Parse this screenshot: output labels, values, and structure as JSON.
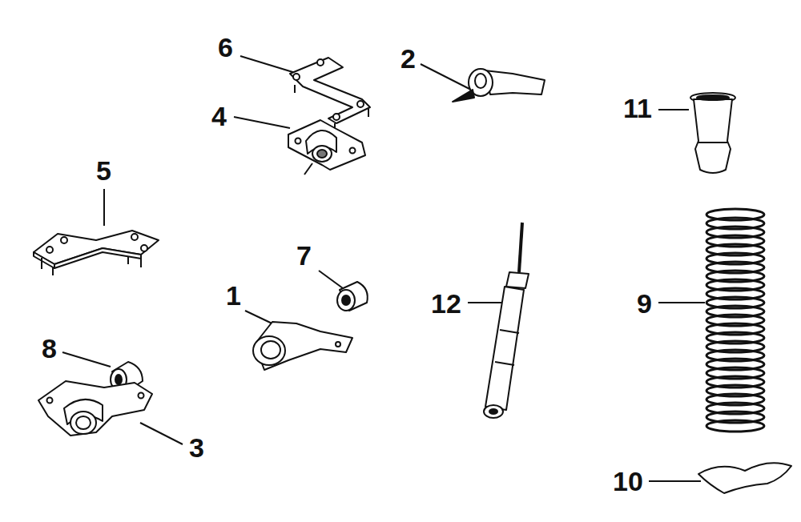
{
  "diagram": {
    "labels": [
      "6",
      "2",
      "4",
      "11",
      "5",
      "7",
      "1",
      "12",
      "9",
      "8",
      "3",
      "10"
    ]
  }
}
